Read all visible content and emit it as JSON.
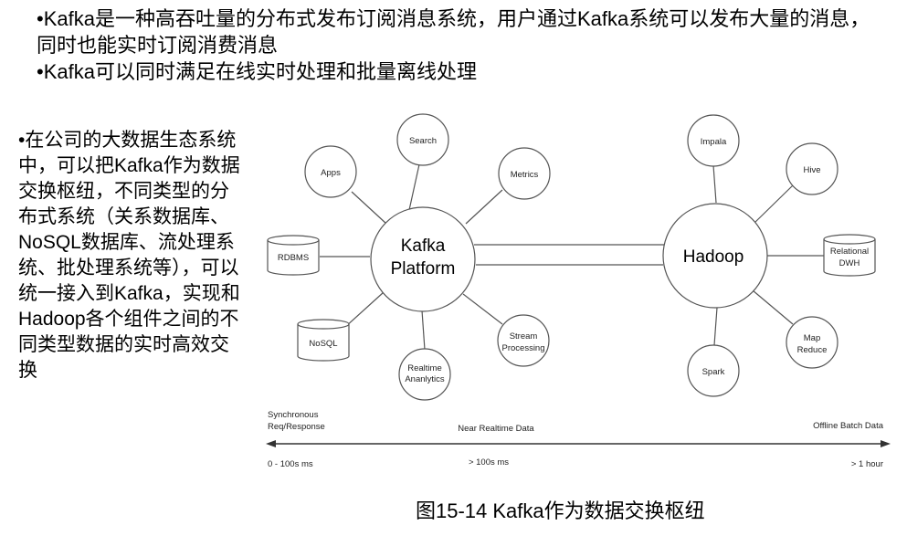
{
  "intro": {
    "bullet1": "•Kafka是一种高吞吐量的分布式发布订阅消息系统，用户通过Kafka系统可以发布大量的消息，同时也能实时订阅消费消息",
    "bullet2": "•Kafka可以同时满足在线实时处理和批量离线处理"
  },
  "side_note": "•在公司的大数据生态系统中，可以把Kafka作为数据交换枢纽，不同类型的分布式系统（关系数据库、NoSQL数据库、流处理系统、批处理系统等），可以统一接入到Kafka，实现和Hadoop各个组件之间的不同类型数据的实时高效交换",
  "diagram": {
    "kafka": {
      "line1": "Kafka",
      "line2": "Platform"
    },
    "hadoop": "Hadoop",
    "kafka_nodes": {
      "search": "Search",
      "apps": "Apps",
      "metrics": "Metrics",
      "rdbms": "RDBMS",
      "nosql": "NoSQL",
      "realtime_line1": "Realtime",
      "realtime_line2": "Ananlytics",
      "stream_line1": "Stream",
      "stream_line2": "Processing"
    },
    "hadoop_nodes": {
      "impala": "Impala",
      "hive": "Hive",
      "relational_line1": "Relational",
      "relational_line2": "DWH",
      "map_line1": "Map",
      "map_line2": "Reduce",
      "spark": "Spark"
    },
    "axis": {
      "sync_line1": "Synchronous",
      "sync_line2": "Req/Response",
      "near_realtime": "Near Realtime Data",
      "offline_batch": "Offline Batch Data",
      "range_fast": "0 - 100s ms",
      "range_mid": "> 100s ms",
      "range_slow": "> 1 hour"
    }
  },
  "caption": "图15-14 Kafka作为数据交换枢纽"
}
